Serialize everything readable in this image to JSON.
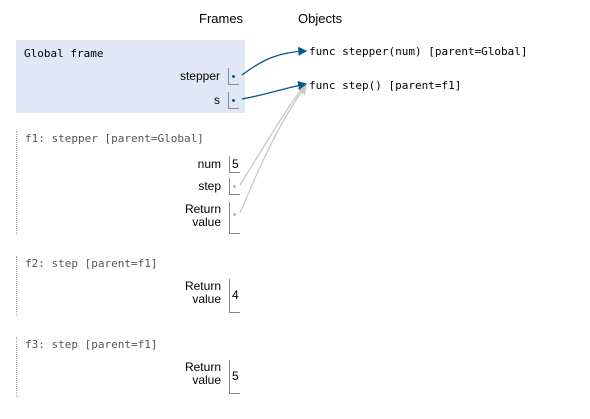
{
  "headers": {
    "frames": "Frames",
    "objects": "Objects"
  },
  "global_frame": {
    "title": "Global frame",
    "vars": [
      {
        "name": "stepper"
      },
      {
        "name": "s"
      }
    ]
  },
  "frames": [
    {
      "title": "f1: stepper [parent=Global]",
      "vars": [
        {
          "name": "num",
          "value": "5"
        },
        {
          "name": "step",
          "value": ""
        },
        {
          "name": "Return value",
          "value": ""
        }
      ]
    },
    {
      "title": "f2: step [parent=f1]",
      "vars": [
        {
          "name": "Return value",
          "value": "4"
        }
      ]
    },
    {
      "title": "f3: step [parent=f1]",
      "vars": [
        {
          "name": "Return value",
          "value": "5"
        }
      ]
    }
  ],
  "objects": [
    {
      "label": "func stepper(num) [parent=Global]"
    },
    {
      "label": "func step() [parent=f1]"
    }
  ],
  "colors": {
    "active_arrow": "#005a8c",
    "inactive_arrow": "#c8c8c8",
    "global_bg": "#dfe8f4"
  }
}
